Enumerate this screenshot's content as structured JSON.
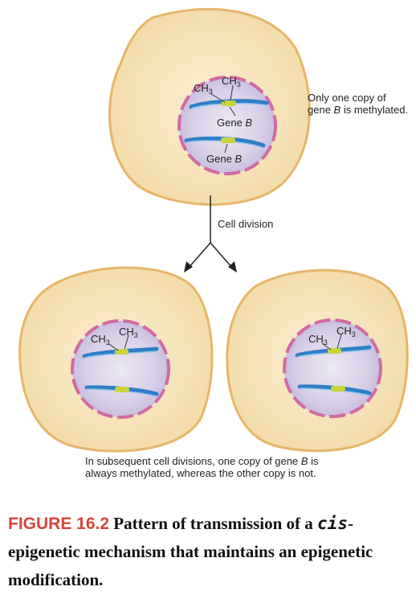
{
  "labels": {
    "ch3": "CH",
    "ch3_sub": "3",
    "gene": "Gene ",
    "gene_italic": "B",
    "cell_division": "Cell division"
  },
  "note_top": {
    "text_before": "Only one copy of gene ",
    "italic": "B",
    "text_after": " is methylated."
  },
  "note_bottom": {
    "text_before": "In subsequent cell divisions, one copy of gene ",
    "italic": "B",
    "text_after": " is always methylated, whereas the other copy is not."
  },
  "caption": {
    "figure_label": "FIGURE 16.2",
    "text_before": " Pattern of transmission of a ",
    "italic": "cis",
    "text_after": "-epigenetic mechanism that maintains an epigenetic modification."
  },
  "colors": {
    "cytoplasm": "#f7e4b8",
    "cell_outline": "#e8b86d",
    "nucleus": "#d6cde6",
    "nuclear_envelope": "#d36da3",
    "dna": "#2f7fc7",
    "gene_b": "#c9d43a"
  }
}
